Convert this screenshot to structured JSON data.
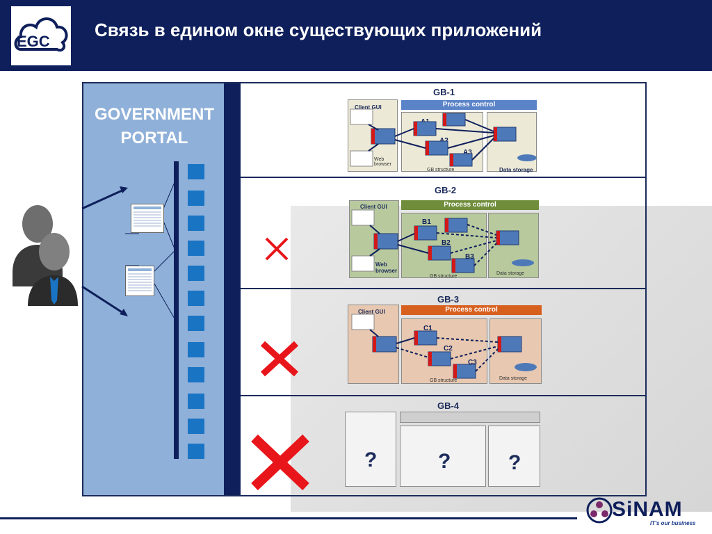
{
  "header": {
    "title": "Связь в едином окне существующих приложений",
    "logo_text": "EGC"
  },
  "portal": {
    "title_line1": "GOVERNMENT",
    "title_line2": "PORTAL"
  },
  "rows": [
    {
      "label": "GB-1",
      "process_control": "Process control",
      "client_gui": "Client GUI",
      "web_browser": "Web browser",
      "gb_structure": "GB structure",
      "data_storage": "Data storage",
      "nodes": [
        "A1",
        "A2",
        "A3"
      ],
      "status": "connected",
      "color": "#b9c8e6"
    },
    {
      "label": "GB-2",
      "process_control": "Process control",
      "client_gui": "Client GUI",
      "web_browser": "Web browser",
      "gb_structure": "GB structure",
      "data_storage": "Data storage",
      "nodes": [
        "B1",
        "B2",
        "B3"
      ],
      "status": "not-connected",
      "color": "#6f8d3a"
    },
    {
      "label": "GB-3",
      "process_control": "Process control",
      "client_gui": "Client GUI",
      "gb_structure": "GB structure",
      "data_storage": "Data storage",
      "nodes": [
        "C1",
        "C2",
        "C3"
      ],
      "status": "not-connected",
      "color": "#d8601f"
    },
    {
      "label": "GB-4",
      "placeholders": [
        "?",
        "?",
        "?"
      ],
      "status": "not-connected"
    }
  ],
  "footer": {
    "brand": "SiNAM",
    "tagline": "IT's our business"
  },
  "colors": {
    "navy": "#0e1f5b",
    "portal_blue": "#8fb0d8",
    "connector_blue": "#1a74c4",
    "cross_red": "#e8161b"
  }
}
